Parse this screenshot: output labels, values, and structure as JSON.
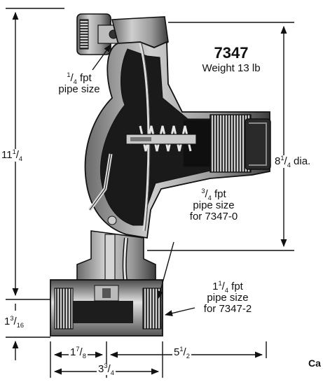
{
  "model": {
    "number": "7347",
    "weight": "Weight 13 lb"
  },
  "callouts": {
    "quarter_pipe": {
      "whole": "",
      "num": "1",
      "den": "4",
      "suffix": " fpt",
      "line2": "pipe size"
    },
    "three_quarter_pipe": {
      "num": "3",
      "den": "4",
      "suffix": " fpt",
      "line2": "pipe size",
      "line3": "for 7347-0"
    },
    "one_quarter_pipe": {
      "whole": "1",
      "num": "1",
      "den": "4",
      "suffix": " fpt",
      "line2": "pipe size",
      "line3": "for 7347-2"
    }
  },
  "dimensions": {
    "height": {
      "whole": "11",
      "num": "1",
      "den": "4"
    },
    "diameter": {
      "whole": "8",
      "num": "1",
      "den": "4",
      "suffix": " dia."
    },
    "base": {
      "whole": "1",
      "num": "3",
      "den": "16"
    },
    "left_inlet": {
      "whole": "1",
      "num": "7",
      "den": "8"
    },
    "right_span": {
      "whole": "5",
      "num": "1",
      "den": "2"
    },
    "bottom_span": {
      "whole": "3",
      "num": "3",
      "den": "4"
    }
  },
  "partial_text": "Ca",
  "colors": {
    "ink": "#111111",
    "shade_dark": "#1a1a1a",
    "shade_mid": "#8a8a8a",
    "shade_light": "#d8d8d8"
  }
}
